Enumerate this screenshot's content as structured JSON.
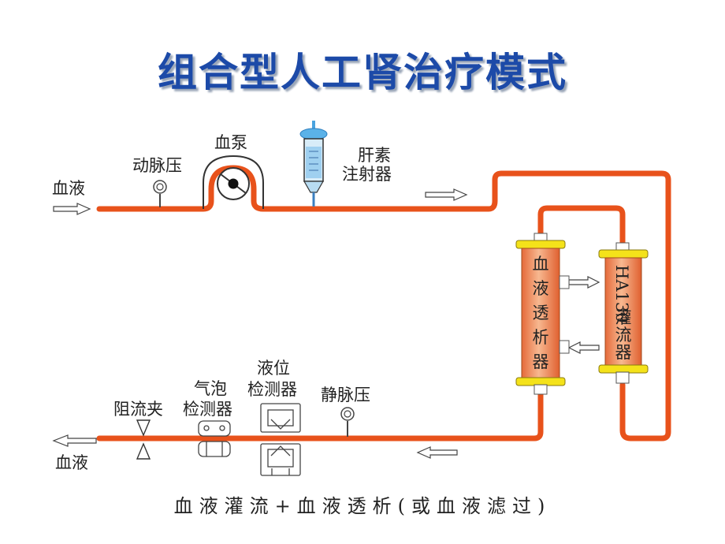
{
  "title": "组合型人工肾治疗模式",
  "labels": {
    "blood_in": "血液",
    "arterial_pressure": "动脉压",
    "blood_pump": "血泵",
    "heparin_line1": "肝素",
    "heparin_line2": "注射器",
    "dialyzer_chars": [
      "血",
      "液",
      "透",
      "析",
      "器"
    ],
    "perfusion_model": "HA130",
    "perfusion_chars": [
      "灌",
      "流",
      "器"
    ],
    "venous_pressure": "静脉压",
    "level_detector_line1": "液位",
    "level_detector_line2": "检测器",
    "bubble_detector_line1": "气泡",
    "bubble_detector_line2": "检测器",
    "clamp": "阻流夹",
    "blood_out": "血液"
  },
  "caption": "血液灌流+血液透析(或血液滤过)",
  "colors": {
    "title": "#1c4aa8",
    "tubing": "#e8521b",
    "cartridge": "#f2a070",
    "cap": "#f4e21a"
  },
  "icons": [
    "arterial-pressure-gauge-icon",
    "blood-pump-icon",
    "heparin-syringe-icon",
    "flow-arrow-icon",
    "clamp-icon",
    "bubble-detector-icon",
    "level-detector-icon",
    "venous-pressure-gauge-icon"
  ]
}
